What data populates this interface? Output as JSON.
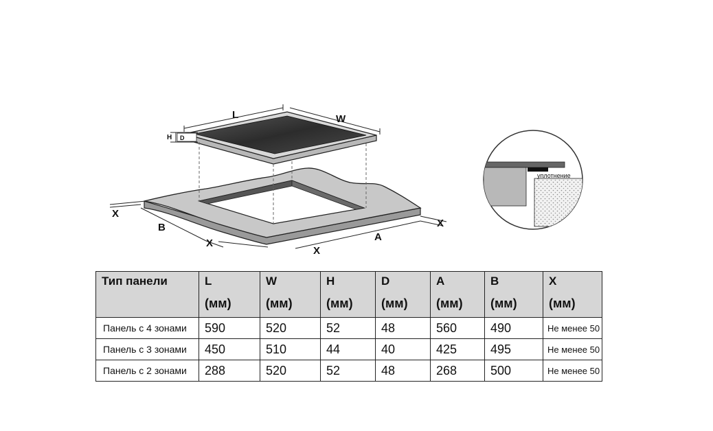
{
  "diagram": {
    "labels": {
      "L": "L",
      "W": "W",
      "H": "H",
      "D": "D",
      "X_left": "X",
      "B": "B",
      "X_bottom_left": "X",
      "X_bottom_mid": "X",
      "A": "A",
      "X_right": "X"
    },
    "detail_label": "уплотнение"
  },
  "table": {
    "header": {
      "type": "Тип панели",
      "columns": [
        {
          "name": "L",
          "unit": "(мм)"
        },
        {
          "name": "W",
          "unit": "(мм)"
        },
        {
          "name": "H",
          "unit": "(мм)"
        },
        {
          "name": "D",
          "unit": "(мм)"
        },
        {
          "name": "A",
          "unit": "(мм)"
        },
        {
          "name": "B",
          "unit": "(мм)"
        },
        {
          "name": "X",
          "unit": "(мм)"
        }
      ]
    },
    "rows": [
      {
        "label": "Панель с 4 зонами",
        "L": "590",
        "W": "520",
        "H": "52",
        "D": "48",
        "A": "560",
        "B": "490",
        "X": "Не менее 50"
      },
      {
        "label": "Панель с 3 зонами",
        "L": "450",
        "W": "510",
        "H": "44",
        "D": "40",
        "A": "425",
        "B": "495",
        "X": "Не менее 50"
      },
      {
        "label": "Панель с 2 зонами",
        "L": "288",
        "W": "520",
        "H": "52",
        "D": "48",
        "A": "268",
        "B": "500",
        "X": "Не менее 50"
      }
    ]
  },
  "colors": {
    "glass": "#3a3a3a",
    "countertop": "#c8c8c8",
    "header_fill": "#d6d6d6",
    "line": "#222222"
  }
}
